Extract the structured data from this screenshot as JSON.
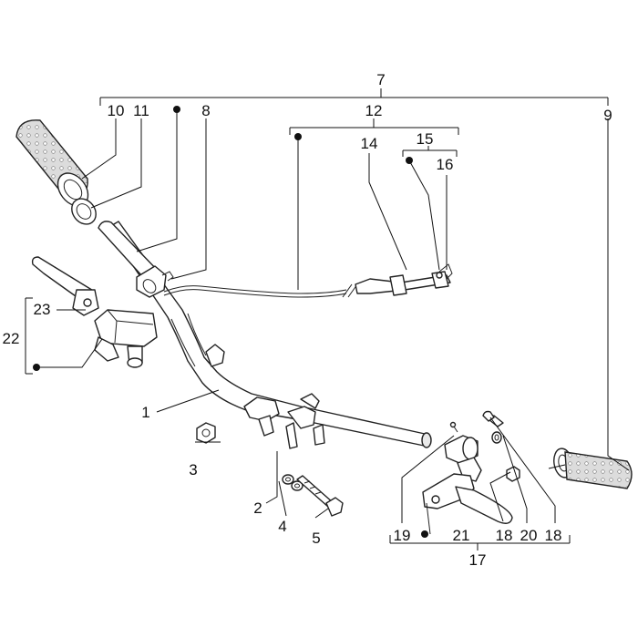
{
  "labels": {
    "p1": "1",
    "p2": "2",
    "p3": "3",
    "p4": "4",
    "p5": "5",
    "p7": "7",
    "p8": "8",
    "p9": "9",
    "p10": "10",
    "p11": "11",
    "p12": "12",
    "p14": "14",
    "p15": "15",
    "p16": "16",
    "p17": "17",
    "p18a": "18",
    "p18b": "18",
    "p19": "19",
    "p20": "20",
    "p21": "21",
    "p22": "22",
    "p23": "23"
  },
  "colors": {
    "line": "#111111",
    "grip_fill": "#dddddd",
    "background": "#ffffff"
  }
}
